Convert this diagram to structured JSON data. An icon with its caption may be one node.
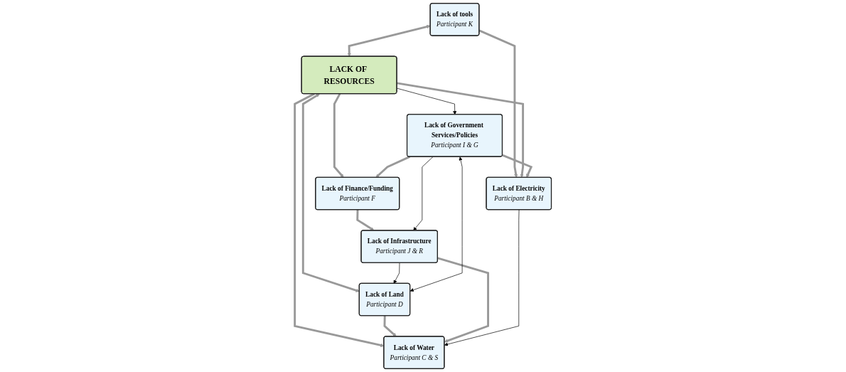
{
  "diagram": {
    "nodes": [
      {
        "text": [
          "Lack of tools",
          "Participant K"
        ]
      },
      {
        "text": [
          "LACK OF RESOURCES"
        ]
      },
      {
        "text": [
          "Lack of Land",
          "Participant D"
        ]
      },
      {
        "text": [
          "Lack of Electricity",
          "Participant B & H"
        ]
      },
      {
        "text": [
          "Lack of Water",
          "Participant C & S"
        ]
      },
      {
        "text": [
          "Lack of Government Services/Policies",
          "Participant I & G"
        ]
      },
      {
        "text": [
          "Lack of Finance/Funding",
          "Participant F"
        ]
      },
      {
        "text": [
          "Lack of Infrastructure",
          "Participant J & R"
        ]
      }
    ],
    "edges": [
      {
        "from": 0,
        "to": 1,
        "arrow": "both"
      },
      {
        "from": 0,
        "to": 3,
        "arrow": "to"
      },
      {
        "from": 1,
        "to": 3,
        "arrow": "to"
      },
      {
        "from": 1,
        "to": 2,
        "arrow": "both"
      },
      {
        "from": 1,
        "to": 4,
        "arrow": "to"
      },
      {
        "from": 2,
        "to": 4,
        "arrow": "to"
      },
      {
        "from": 1,
        "to": 6,
        "arrow": "to"
      },
      {
        "from": 5,
        "to": 3,
        "arrow": "to"
      },
      {
        "from": 5,
        "to": 6,
        "arrow": "to"
      },
      {
        "from": 6,
        "to": 7,
        "arrow": "to"
      },
      {
        "from": 7,
        "to": 4,
        "arrow": "to"
      },
      {
        "from": 3,
        "to": 4,
        "arrow": "to",
        "color": "#000000"
      },
      {
        "from": 5,
        "to": 7,
        "arrow": "to",
        "color": "#000000"
      },
      {
        "from": 7,
        "to": 2,
        "arrow": "to",
        "color": "#000000"
      },
      {
        "from": 5,
        "to": 2,
        "arrow": "both",
        "color": "#000000"
      },
      {
        "from": 1,
        "to": 5,
        "arrow": "to",
        "color": "#000000"
      }
    ]
  }
}
